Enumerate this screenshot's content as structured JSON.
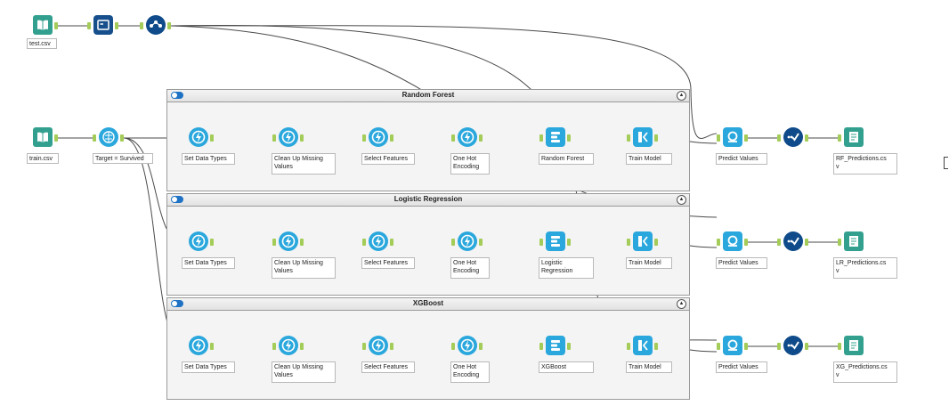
{
  "workflow": {
    "inputs": [
      {
        "id": "test",
        "label": "test.csv"
      },
      {
        "id": "train",
        "label": "train.csv"
      }
    ],
    "prep_tools": [
      {
        "id": "browse",
        "icon": "browse-icon"
      },
      {
        "id": "join",
        "icon": "join-icon"
      },
      {
        "id": "target",
        "label": "Target = Survived",
        "icon": "brain-icon"
      }
    ],
    "containers": [
      {
        "id": "rf",
        "title": "Random Forest",
        "steps": [
          "Set Data Types",
          "Clean Up Missing\nValues",
          "Select Features",
          "One Hot\nEncoding",
          "Random Forest",
          "Train Model"
        ],
        "predict_label": "Predict Values",
        "output_label": "RF_Predictions.cs\nv"
      },
      {
        "id": "lr",
        "title": "Logistic Regression",
        "steps": [
          "Set Data Types",
          "Clean Up Missing\nValues",
          "Select Features",
          "One Hot\nEncoding",
          "Logistic\nRegression",
          "Train Model"
        ],
        "predict_label": "Predict Values",
        "output_label": "LR_Predictions.cs\nv"
      },
      {
        "id": "xg",
        "title": "XGBoost",
        "steps": [
          "Set Data Types",
          "Clean Up Missing\nValues",
          "Select Features",
          "One Hot\nEncoding",
          "XGBoost",
          "Train Model"
        ],
        "predict_label": "Predict Values",
        "output_label": "XG_Predictions.cs\nv"
      }
    ],
    "colors": {
      "wire": "#4a4a4a",
      "tool_blue": "#2aa7dc",
      "tool_navy": "#0f4b8a",
      "input_teal": "#33a08f",
      "anchor_green": "#a4cc58",
      "container_bg": "#f4f4f4"
    },
    "step_icons": [
      "lightning-icon",
      "lightning-icon",
      "lightning-icon",
      "lightning-icon",
      "model-icon",
      "train-icon"
    ]
  }
}
